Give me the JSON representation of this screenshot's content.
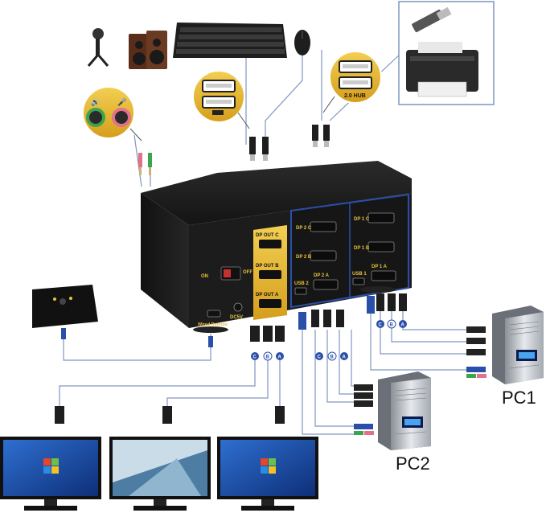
{
  "kvm": {
    "outputs": [
      "DP OUT C",
      "DP OUT B",
      "DP OUT A"
    ],
    "input_ports": [
      "DP 2 C",
      "DP 1 C",
      "DP 2 B",
      "DP 1 B",
      "DP 2 A",
      "DP 1 A",
      "USB 2",
      "USB 1"
    ],
    "switch_on": "ON",
    "switch_off": "OFF",
    "power": "DC5V",
    "remote_port": "Wired Remote"
  },
  "hubs": {
    "usb2": "2.0 HUB"
  },
  "cable_tags": {
    "main": [
      "C",
      "B",
      "A"
    ],
    "pc2": [
      "C",
      "B",
      "A"
    ],
    "pc1": [
      "C",
      "B",
      "A"
    ]
  },
  "pcs": {
    "pc1": "PC1",
    "pc2": "PC2"
  },
  "colors": {
    "accent": "#2a4fa8",
    "gold": "#e8b830",
    "kvm_body": "#1c1c1c"
  }
}
